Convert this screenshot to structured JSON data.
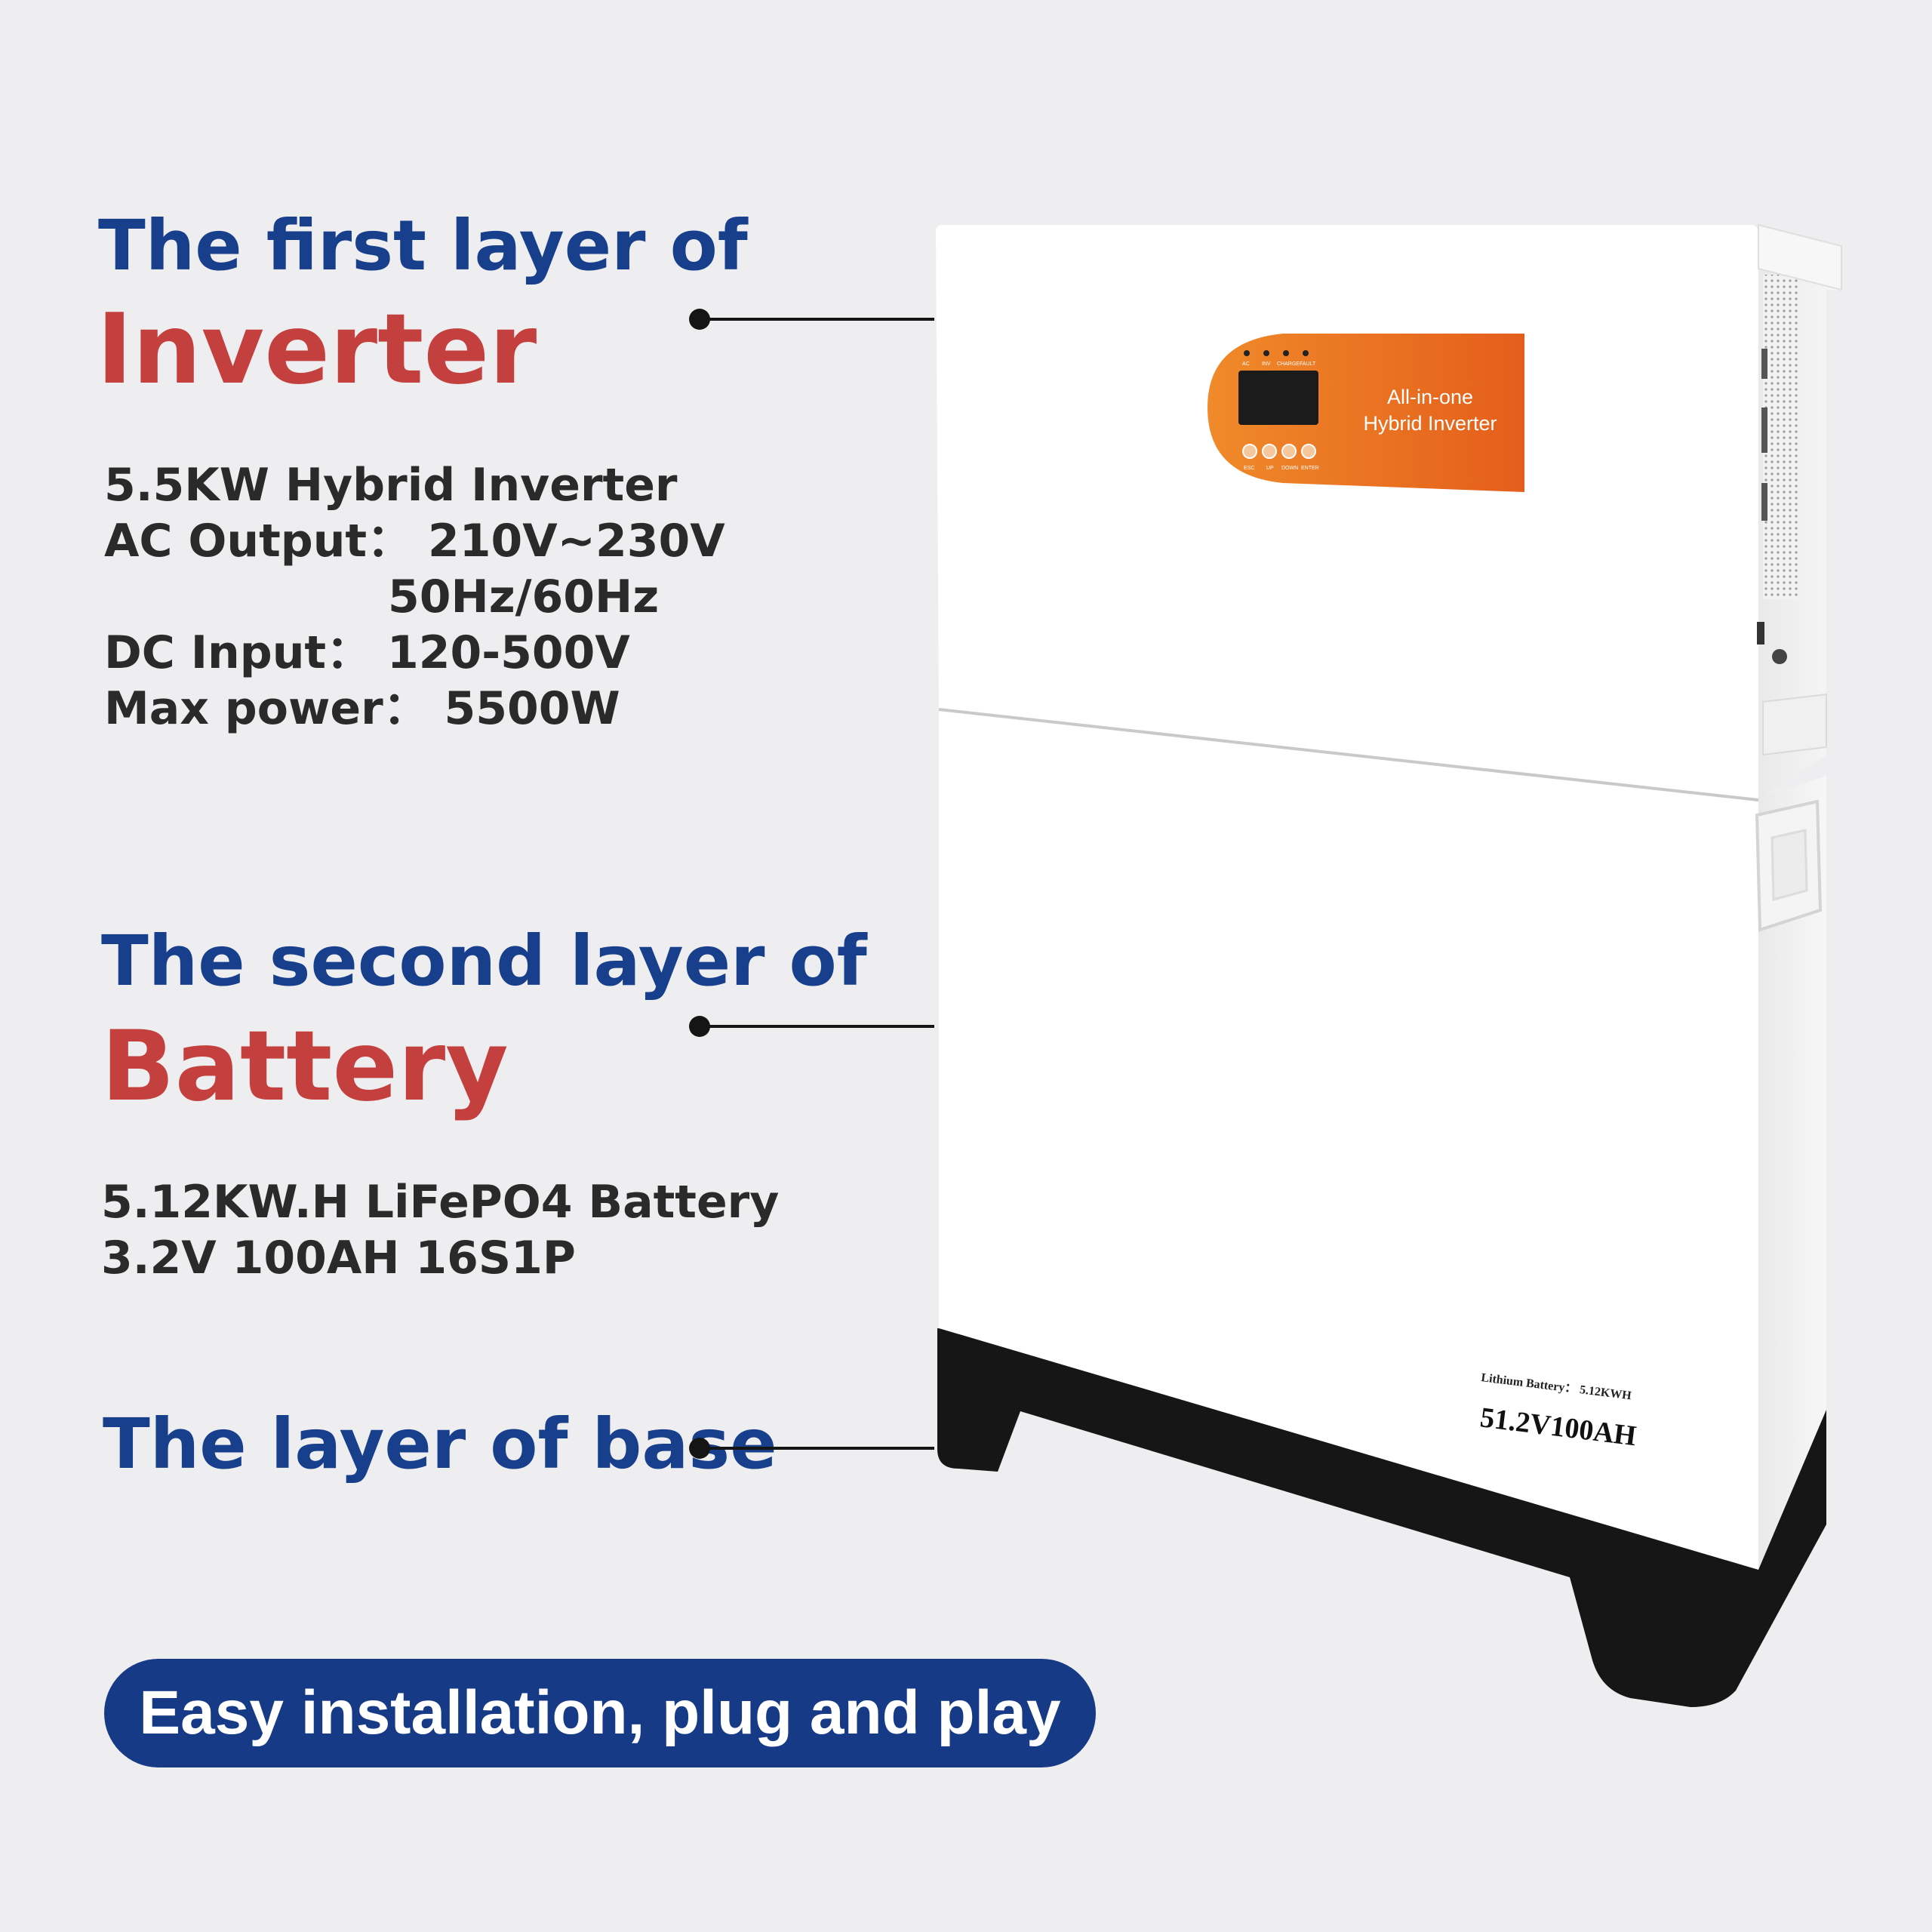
{
  "inverter": {
    "heading": "The first layer of",
    "name": "Inverter",
    "specs": [
      "5.5KW Hybrid Inverter",
      "AC Output：  210V~230V",
      "50Hz/60Hz",
      "DC Input：  120-500V",
      "Max power：  5500W"
    ]
  },
  "battery": {
    "heading": "The second layer of",
    "name": "Battery",
    "specs": [
      "5.12KW.H LiFePO4 Battery",
      "3.2V 100AH 16S1P"
    ]
  },
  "base": {
    "heading": "The layer of base"
  },
  "banner": "Easy installation, plug and play",
  "product": {
    "panel_line1": "All-in-one",
    "panel_line2": "Hybrid Inverter",
    "indicator_labels": [
      "AC",
      "INV",
      "CHARGE",
      "FAULT"
    ],
    "button_labels": [
      "ESC",
      "UP",
      "DOWN",
      "ENTER"
    ],
    "battery_label_line1": "Lithium Battery：  5.12KWH",
    "battery_label_line2": "51.2V100AH"
  },
  "colors": {
    "heading_blue": "#183f8b",
    "accent_red": "#c3403f",
    "banner_blue": "#173a87",
    "panel_orange": "#ec6a1e",
    "base_black": "#161616"
  }
}
